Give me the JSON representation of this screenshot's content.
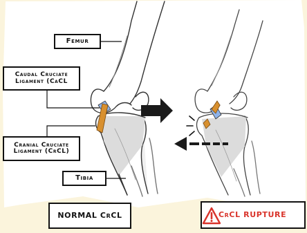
{
  "labels": {
    "femur": "Femur",
    "caudal_line1": "Caudal Cruciate",
    "caudal_line2": "Ligament (CaCL",
    "cranial_line1": "Cranial Cruciate",
    "cranial_line2": "Ligament (CrCL)",
    "tibia": "Tibia",
    "normal": "NORMAL CrCL",
    "rupture": "CrCL RUPTURE"
  },
  "icons": {
    "transition_arrow": "right-arrow-icon",
    "drawer_arrow": "dashed-left-arrow-icon",
    "warning": "warning-triangle-icon"
  },
  "colors": {
    "background": "#fbf4dc",
    "panel": "#ffffff",
    "caudal_ligament": "#8fb3e8",
    "cranial_ligament": "#d8902f",
    "rupture_text": "#d9342b",
    "outline": "#111111"
  }
}
